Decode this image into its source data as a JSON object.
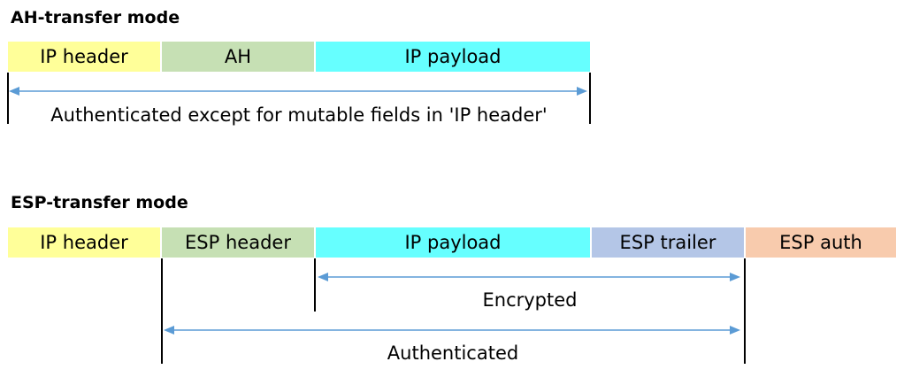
{
  "ah": {
    "title": "AH-transfer mode",
    "segments": {
      "ip_header": "IP header",
      "ah": "AH",
      "ip_payload": "IP payload"
    },
    "span_label": "Authenticated except for mutable fields in 'IP header'"
  },
  "esp": {
    "title": "ESP-transfer mode",
    "segments": {
      "ip_header": "IP header",
      "esp_header": "ESP header",
      "ip_payload": "IP payload",
      "esp_trailer": "ESP trailer",
      "esp_auth": "ESP auth"
    },
    "encrypted_label": "Encrypted",
    "authenticated_label": "Authenticated"
  },
  "colors": {
    "ip_header": "#FFFF99",
    "ah": "#C6E0B4",
    "esp_header": "#C6E0B4",
    "ip_payload": "#66FFFF",
    "esp_trailer": "#B4C6E7",
    "esp_auth": "#F8CBAD",
    "arrow": "#5B9BD5"
  }
}
